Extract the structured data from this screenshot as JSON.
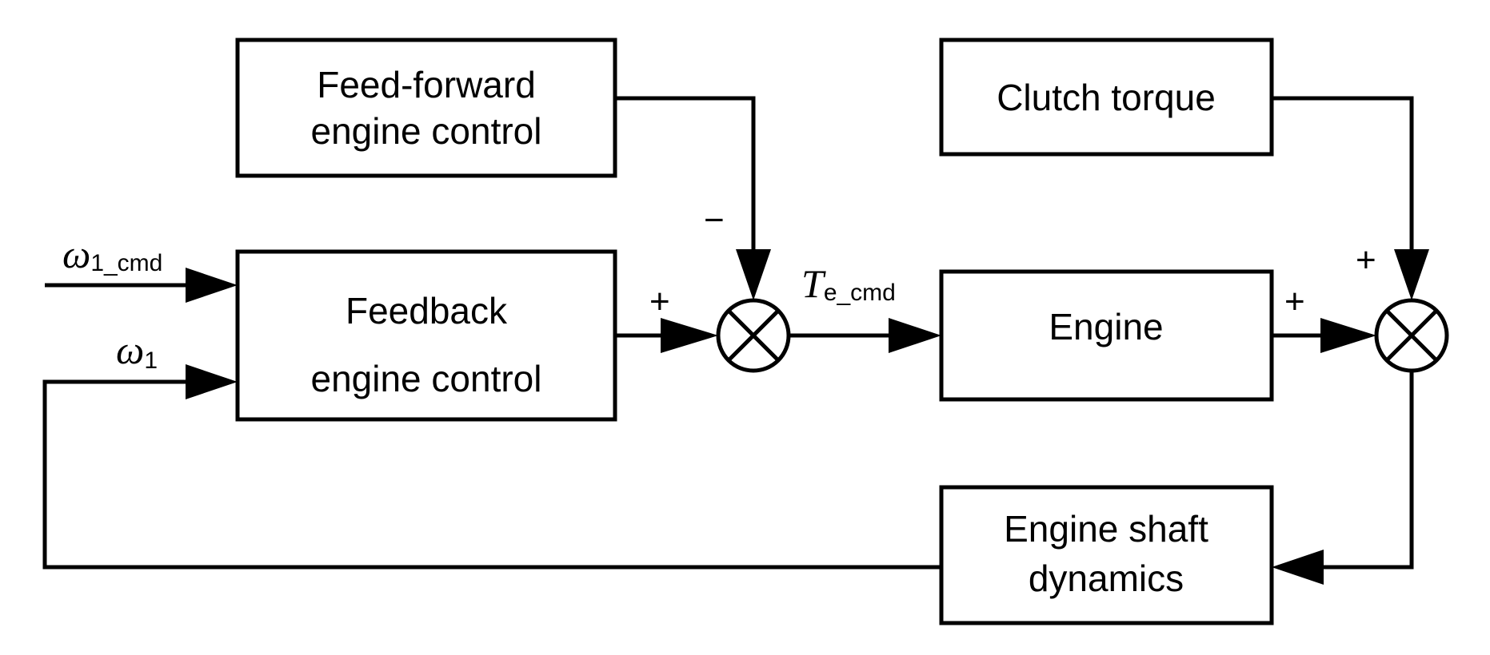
{
  "diagram": {
    "type": "control block diagram",
    "blocks": {
      "feedforward": {
        "line1": "Feed-forward",
        "line2": "engine control"
      },
      "feedback": {
        "line1": "Feedback",
        "line2": "engine control"
      },
      "clutch": {
        "line1": "Clutch torque"
      },
      "engine": {
        "line1": "Engine"
      },
      "shaft": {
        "line1": "Engine shaft",
        "line2": "dynamics"
      }
    },
    "signals": {
      "omega_cmd": {
        "symbol": "ω",
        "subscript": "1_cmd"
      },
      "omega": {
        "symbol": "ω",
        "subscript": "1"
      },
      "torque_cmd": {
        "symbol": "T",
        "subscript": "e_cmd"
      }
    },
    "signs": {
      "sum1_feedforward": "−",
      "sum1_feedback": "+",
      "sum2_clutch": "+",
      "sum2_engine": "+"
    },
    "junction_symbol": "⊗"
  }
}
